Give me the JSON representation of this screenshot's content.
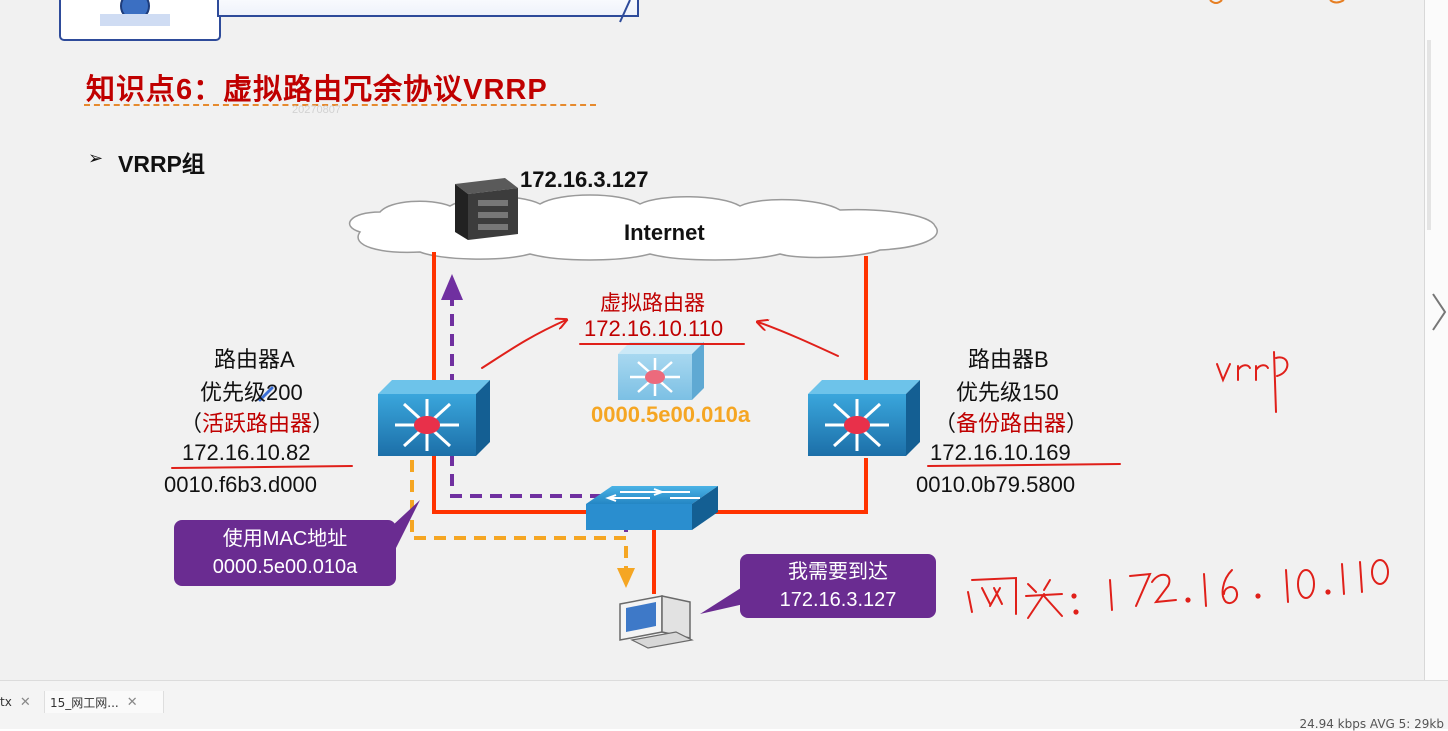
{
  "slide": {
    "title": "知识点6：虚拟路由冗余协议VRRP",
    "watermark": "20270807",
    "bullet_symbol": "➢",
    "bullet_text": "VRRP组"
  },
  "diagram": {
    "server_ip": "172.16.3.127",
    "cloud_label": "Internet",
    "virtual_router": {
      "title": "虚拟路由器",
      "ip": "172.16.10.110",
      "mac": "0000.5e00.010a"
    },
    "router_a": {
      "name": "路由器A",
      "priority": "优先级200",
      "role_open": "（",
      "role": "活跃路由器",
      "role_close": "）",
      "ip": "172.16.10.82",
      "mac": "0010.f6b3.d000"
    },
    "router_b": {
      "name": "路由器B",
      "priority": "优先级150",
      "role_open": "（",
      "role": "备份路由器",
      "role_close": "）",
      "ip": "172.16.10.169",
      "mac": "0010.0b79.5800"
    },
    "callout_mac": {
      "line1": "使用MAC地址",
      "line2": "0000.5e00.010a"
    },
    "callout_dest": {
      "line1": "我需要到达",
      "line2": "172.16.3.127"
    },
    "handwriting": {
      "vrrp": "vrrp",
      "gateway": "网关：172.16.10.110"
    },
    "colors": {
      "title_red": "#c00000",
      "link_red": "#ff3300",
      "purple": "#7030a0",
      "orange": "#f5a623",
      "device_blue": "#2d8fc8",
      "callout_purple": "#6a2c91"
    }
  },
  "taskbar": {
    "tabs": [
      {
        "label": "tx"
      },
      {
        "label": "15_网工网..."
      }
    ],
    "close_glyph": "✕",
    "status": "24.94 kbps    AVG 5: 29kb"
  }
}
